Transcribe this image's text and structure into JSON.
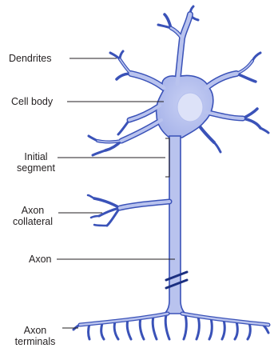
{
  "diagram": {
    "colors": {
      "fill": "#b9c3ee",
      "outline": "#3a52b8",
      "nucleus": "#dde2f8",
      "leader": "#231f20",
      "break_mark": "#1b2f80"
    },
    "labels": {
      "dendrites": "Dendrites",
      "cell_body": "Cell body",
      "initial_segment_1": "Initial",
      "initial_segment_2": "segment",
      "axon_collateral_1": "Axon",
      "axon_collateral_2": "collateral",
      "axon": "Axon",
      "axon_terminals_1": "Axon",
      "axon_terminals_2": "terminals"
    }
  }
}
